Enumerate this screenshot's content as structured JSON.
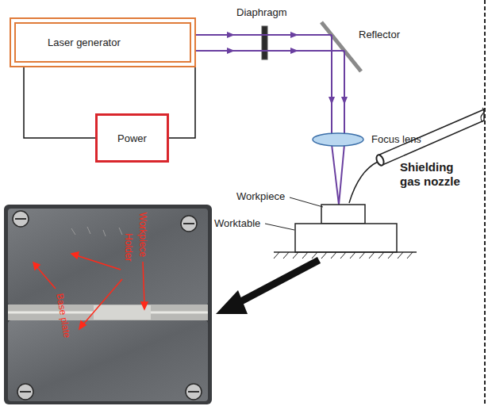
{
  "diagram": {
    "nodes": [
      {
        "text": [
          "Laser generator"
        ]
      },
      {
        "text": [
          "Power"
        ]
      }
    ],
    "edges": [
      {
        "from": 0,
        "to": 1,
        "arrow": "none"
      },
      {
        "from": 0,
        "to": 1,
        "arrow": "none"
      }
    ],
    "labels": [
      "Diaphragm",
      "Reflector",
      "Focus lens",
      "Workpiece",
      "Worktable",
      "Shielding gas nozzle",
      "Workpiece",
      "Holder",
      "Base plate"
    ]
  }
}
